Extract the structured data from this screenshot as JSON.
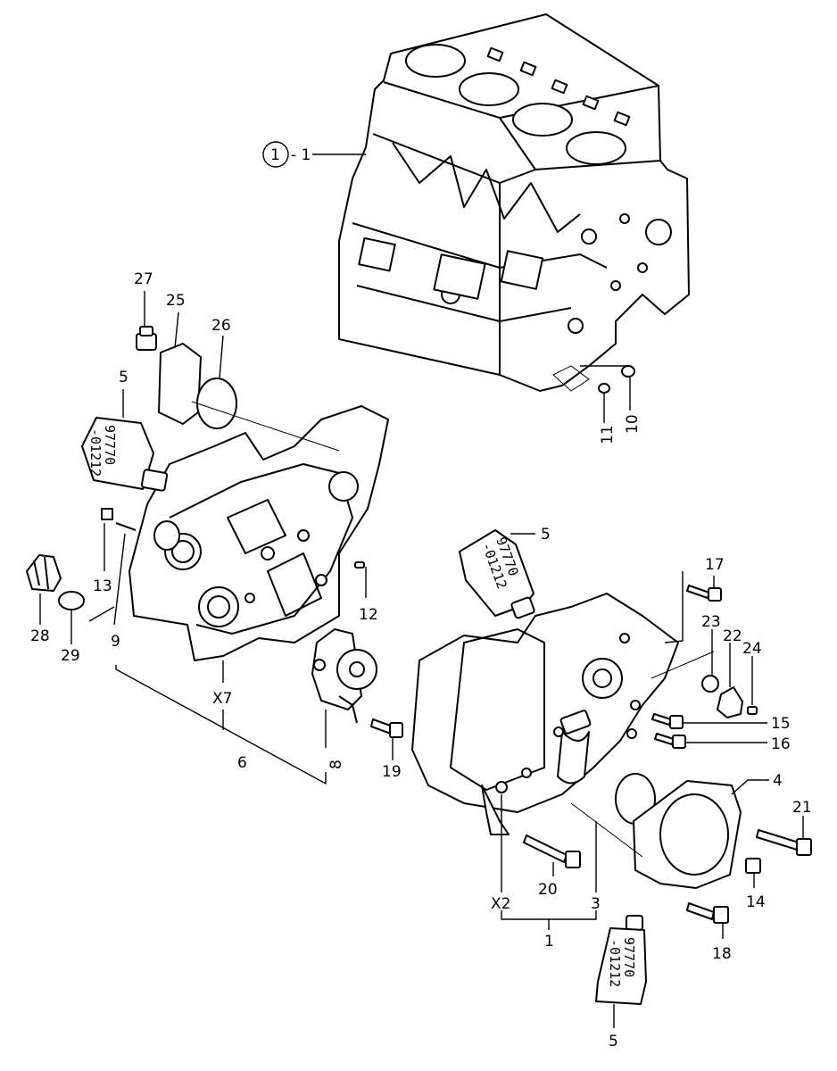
{
  "labels": {
    "p1_circle": "1",
    "p1_dash": "- 1",
    "p27": "27",
    "p25": "25",
    "p26": "26",
    "p5_left": "5",
    "p13": "13",
    "p12": "12",
    "p9": "9",
    "p28": "28",
    "p29": "29",
    "px7": "X7",
    "p6": "6",
    "p8": "8",
    "p19": "19",
    "p11": "11",
    "p10": "10",
    "p5_mid": "5",
    "p17": "17",
    "p23": "23",
    "p22": "22",
    "p24": "24",
    "p15": "15",
    "p16": "16",
    "p4": "4",
    "p21": "21",
    "p14": "14",
    "p20": "20",
    "px2": "X2",
    "p3": "3",
    "p1_bottom": "1",
    "p18": "18",
    "p5_bottom": "5"
  },
  "tube_text": {
    "line1": "97770",
    "line2": "-01212"
  }
}
